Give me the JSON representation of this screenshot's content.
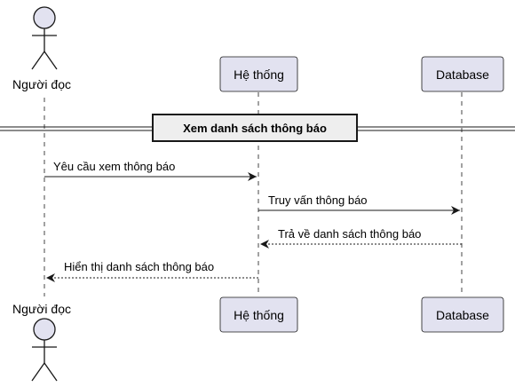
{
  "participants": {
    "reader": {
      "label": "Người đọc"
    },
    "system": {
      "label": "Hệ thống"
    },
    "database": {
      "label": "Database"
    }
  },
  "divider": {
    "title": "Xem danh sách thông báo"
  },
  "messages": [
    {
      "from": "reader",
      "to": "system",
      "text": "Yêu cầu xem thông báo",
      "style": "solid"
    },
    {
      "from": "system",
      "to": "database",
      "text": "Truy vấn thông báo",
      "style": "solid"
    },
    {
      "from": "database",
      "to": "system",
      "text": "Trả về danh sách thông báo",
      "style": "dashed"
    },
    {
      "from": "system",
      "to": "reader",
      "text": "Hiển thị danh sách thông báo",
      "style": "dashed"
    }
  ],
  "colors": {
    "participant_fill": "#E2E2F0",
    "participant_stroke": "#181818",
    "lifeline": "#181818",
    "divider_fill": "#EEEEEE"
  }
}
